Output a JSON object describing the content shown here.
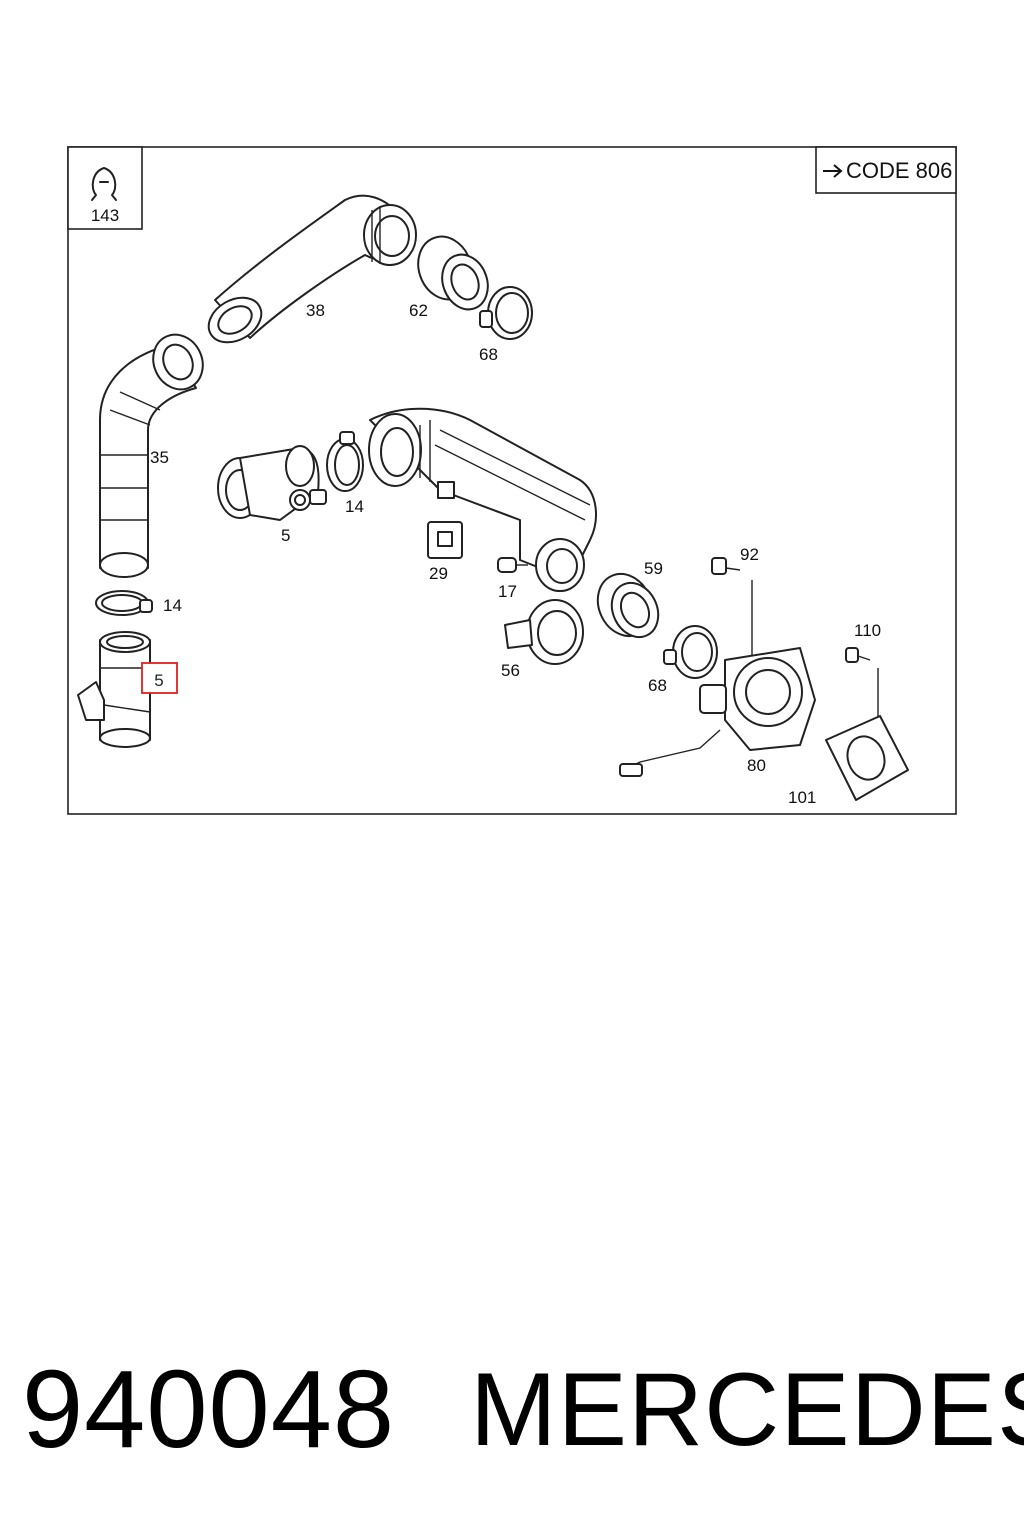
{
  "diagram": {
    "clip_box_label": "143",
    "code_label": "CODE 806",
    "callouts": {
      "c38": "38",
      "c62": "62",
      "c68a": "68",
      "c35": "35",
      "c5a": "5",
      "c14a": "14",
      "c29": "29",
      "c17": "17",
      "c59": "59",
      "c92": "92",
      "c14b": "14",
      "c5b": "5",
      "c56": "56",
      "c68b": "68",
      "c110": "110",
      "c80": "80",
      "c101": "101"
    },
    "highlight_color": "#e02020"
  },
  "footer": {
    "part_number": "940048",
    "brand": "MERCEDES"
  }
}
